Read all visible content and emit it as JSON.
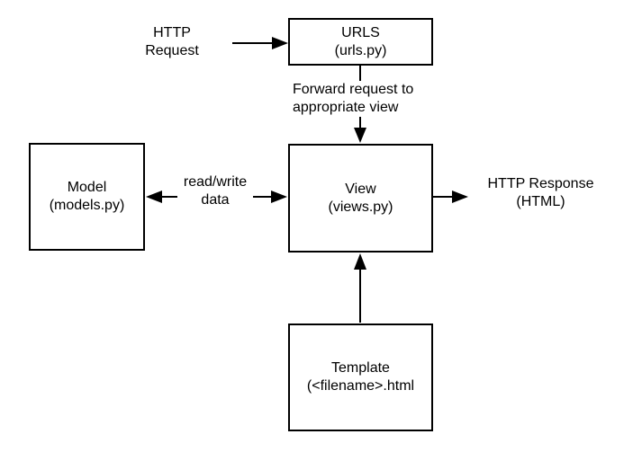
{
  "colors": {
    "stroke": "#000000",
    "background": "#ffffff"
  },
  "nodes": {
    "urls": {
      "line1": "URLS",
      "line2": "(urls.py)"
    },
    "model": {
      "line1": "Model",
      "line2": "(models.py)"
    },
    "view": {
      "line1": "View",
      "line2": "(views.py)"
    },
    "template": {
      "line1": "Template",
      "line2": "(<filename>.html"
    }
  },
  "labels": {
    "http_request": {
      "line1": "HTTP",
      "line2": "Request"
    },
    "forward": {
      "line1": "Forward request to",
      "line2": "appropriate view"
    },
    "read_write": {
      "line1": "read/write",
      "line2": "data"
    },
    "http_response": {
      "line1": "HTTP Response",
      "line2": "(HTML)"
    }
  }
}
